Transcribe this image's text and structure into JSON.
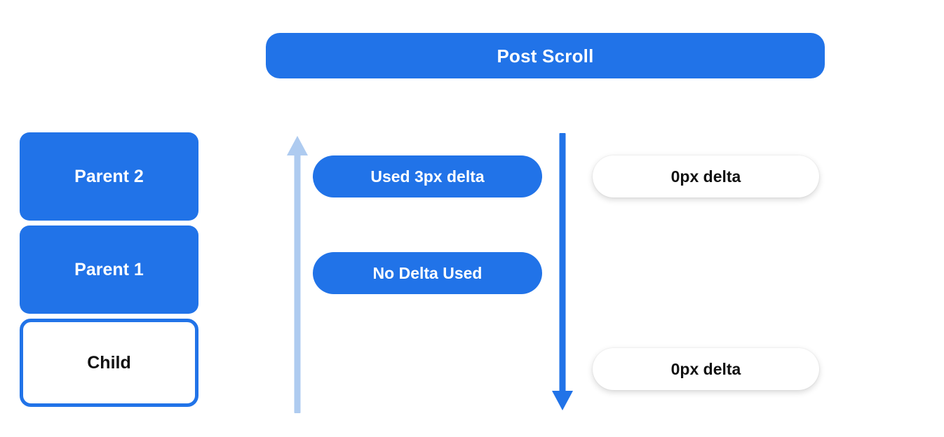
{
  "header": {
    "title": "Post Scroll"
  },
  "colors": {
    "brand_blue": "#2173e8",
    "arrow_light_blue": "#aecbf0",
    "arrow_blue": "#2173e8",
    "background": "#ffffff",
    "text_dark": "#111111",
    "text_light": "#ffffff"
  },
  "stack": {
    "items": [
      {
        "label": "Parent 2",
        "style": "filled"
      },
      {
        "label": "Parent 1",
        "style": "filled"
      },
      {
        "label": "Child",
        "style": "outlined"
      }
    ]
  },
  "arrows": [
    {
      "name": "scroll-up-arrow",
      "direction": "up",
      "color": "#aecbf0"
    },
    {
      "name": "scroll-down-arrow",
      "direction": "down",
      "color": "#2173e8"
    }
  ],
  "middle_pills": [
    {
      "label": "Used 3px delta"
    },
    {
      "label": "No Delta Used"
    }
  ],
  "right_pills": [
    {
      "label": "0px delta"
    },
    {
      "label": "0px delta"
    }
  ]
}
